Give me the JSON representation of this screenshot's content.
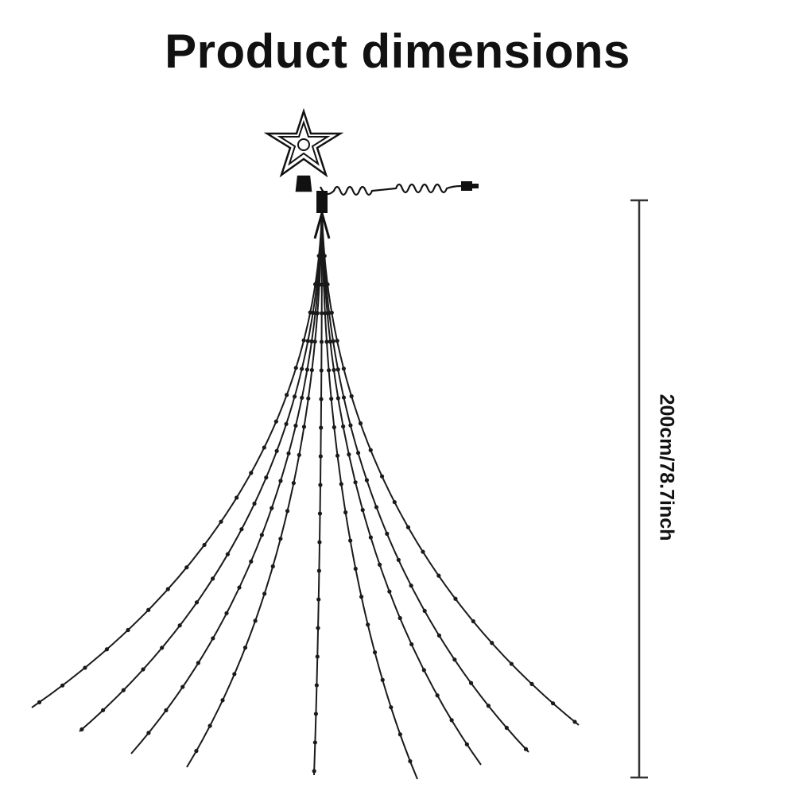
{
  "title": "Product dimensions",
  "dimension": {
    "label": "200cm/78.7inch"
  },
  "diagram": {
    "strand_count": 9,
    "line_color": "#1a1a1a"
  }
}
